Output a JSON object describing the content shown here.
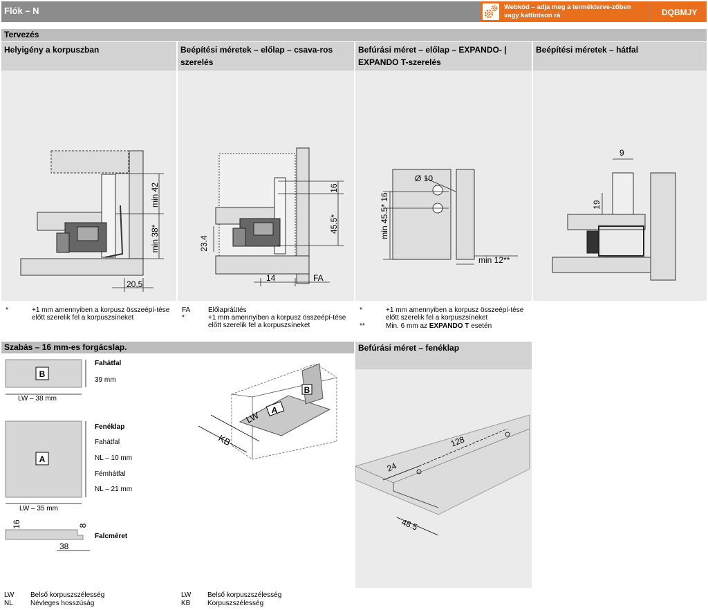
{
  "header": {
    "title": "Flók – N",
    "webcode_text": "Webkód – adja meg a termékterve-zőben vagy kattintson rá",
    "webcode": "DQBMJY"
  },
  "section_plan": "Tervezés",
  "panels": [
    {
      "title": "Helyigény a korpuszban"
    },
    {
      "title": "Beépítési méretek – előlap – csava-ros szerelés"
    },
    {
      "title": "Befúrási méret – előlap – EXPANDO- | EXPANDO T-szerelés"
    },
    {
      "title": "Beépítési méretek – hátfal"
    }
  ],
  "dims1": {
    "d42": "min 42",
    "d38": "min 38*",
    "d205": "20,5"
  },
  "dims2": {
    "d16": "16",
    "d455": "45.5*",
    "d234": "23.4",
    "d14": "14",
    "dFA": "FA"
  },
  "dims3": {
    "d10": "Ø 10",
    "d16": "16",
    "d455": "min 45.5* 16",
    "d12": "min 12**"
  },
  "dims4": {
    "d9": "9",
    "d19": "19"
  },
  "notes1": [
    {
      "k": "*",
      "t": "+1 mm amennyiben a korpusz összeépí-tése előtt szerelik fel a korpuszsíneket"
    }
  ],
  "notes2": [
    {
      "k": "FA",
      "t": "Előlapráütés"
    },
    {
      "k": "*",
      "t": "+1 mm amennyiben a korpusz összeépí-tése előtt szerelik fel a korpuszsíneket"
    }
  ],
  "notes3": [
    {
      "k": "*",
      "t": "+1 mm amennyiben a korpusz összeépí-tése előtt szerelik fel a korpuszsíneket"
    },
    {
      "k": "**",
      "t": "Min. 6 mm az",
      "b": "EXPANDO T",
      "t2": "esetén"
    }
  ],
  "section_cut": "Szabás – 16 mm-es forgácslap.",
  "section_bottom": "Befúrási méret – fenéklap",
  "cut": {
    "B": "B",
    "fahatfal": "Fahátfal",
    "mm39": "39 mm",
    "lw38": "LW – 38 mm",
    "A": "A",
    "feneklap": "Fenéklap",
    "fahatfal2": "Fahátfal",
    "nl10": "NL – 10 mm",
    "femhatfal": "Fémhátfal",
    "nl21": "NL – 21 mm",
    "lw35": "LW – 35 mm",
    "d16": "16",
    "d8": "8",
    "falcmeret": "Falcméret",
    "d38": "38"
  },
  "drawer3d": {
    "B": "B",
    "A": "A",
    "LW": "LW",
    "KB": "KB"
  },
  "bottom": {
    "d128": "128",
    "d24": "24",
    "d485": "48.5"
  },
  "legend1": [
    {
      "k": "LW",
      "t": "Belső korpuszszélesség"
    },
    {
      "k": "NL",
      "t": "Névleges hosszúság"
    }
  ],
  "legend2": [
    {
      "k": "LW",
      "t": "Belső korpuszszélesség"
    },
    {
      "k": "KB",
      "t": "Korpuszszélesség"
    }
  ],
  "colors": {
    "accent": "#ea6f1c",
    "titlebar": "#8c8c8c",
    "section": "#bcbcbc",
    "header": "#d2d2d2",
    "panel": "#ebebeb"
  },
  "icons": [
    "gear-icon"
  ]
}
